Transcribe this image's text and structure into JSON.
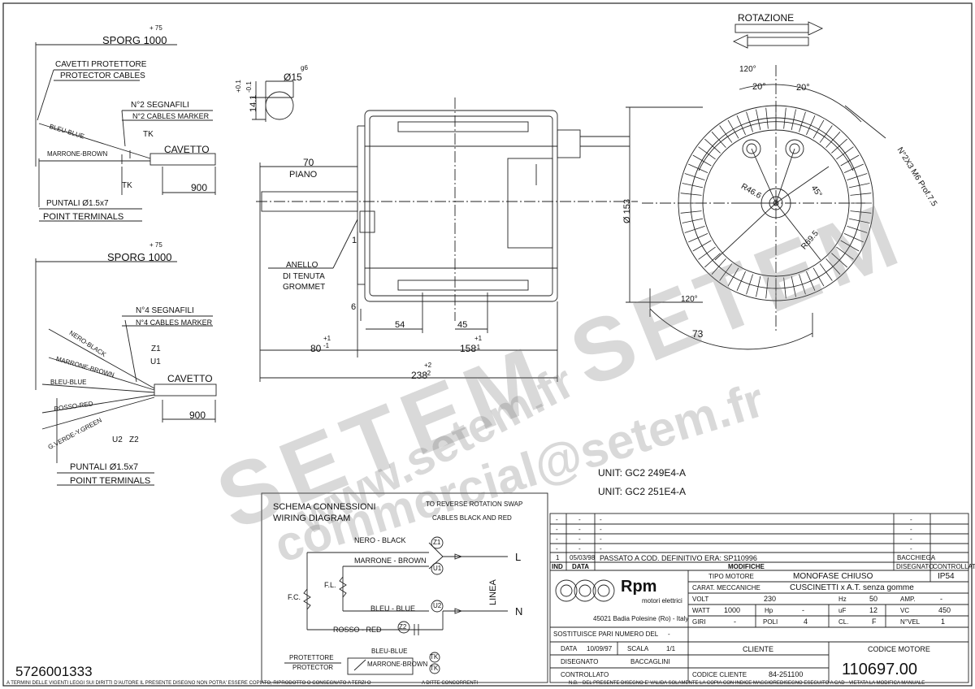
{
  "leads_2": {
    "sporg": "SPORG 1000",
    "sporg_tol": "+ 75",
    "protector_it": "CAVETTI PROTETTORE",
    "protector_en": "PROTECTOR CABLES",
    "marker_it": "N°2 SEGNAFILI",
    "marker_en": "N°2 CABLES MARKER",
    "wire_blue": "BLEU-BLUE",
    "wire_brown": "MARRONE-BROWN",
    "tk_top": "TK",
    "tk_bottom": "TK",
    "cable": "CAVETTO",
    "length": "900",
    "terminals_it": "PUNTALI Ø1.5x7",
    "terminals_en": "POINT TERMINALS"
  },
  "leads_4": {
    "sporg": "SPORG 1000",
    "sporg_tol": "+ 75",
    "marker_it": "N°4 SEGNAFILI",
    "marker_en": "N°4 CABLES MARKER",
    "wire_black": "NERO-BLACK",
    "wire_brown": "MARRONE-BROWN",
    "wire_blue": "BLEU-BLUE",
    "wire_red": "ROSSO-RED",
    "wire_green": "G.VERDE-Y.GREEN",
    "z1": "Z1",
    "u1": "U1",
    "u2": "U2",
    "z2": "Z2",
    "cable": "CAVETTO",
    "length": "900",
    "terminals_it": "PUNTALI Ø1.5x7",
    "terminals_en": "POINT TERMINALS"
  },
  "side_view": {
    "shaft_dia": "Ø15",
    "shaft_dia_tol": "g6",
    "flat": "14.1",
    "flat_tol_up": "+0.1",
    "flat_tol_low": "-0.1",
    "piano_dim": "70",
    "piano": "PIANO",
    "dim_1": "1",
    "grommet_it_1": "ANELLO",
    "grommet_it_2": "DI TENUTA",
    "grommet_en": "GROMMET",
    "dim_6": "6",
    "dim_54": "54",
    "dim_45": "45",
    "dim_80": "80",
    "dim_80_tol_up": "+1",
    "dim_80_tol_low": "-1",
    "dim_158": "158",
    "dim_158_tol_up": "+1",
    "dim_158_tol_low": "-1",
    "dim_238": "238",
    "dim_238_tol_up": "+2",
    "dim_238_tol_low": "-2",
    "dia_153": "Ø 153"
  },
  "front_view": {
    "rotation": "ROTAZIONE",
    "angle_120_top": "120°",
    "angle_20_left": "20°",
    "angle_20_right": "20°",
    "holes": "N°2X3 M6 Prof.7.5",
    "r46": "R46.6",
    "angle_45": "45°",
    "r69": "R69.5",
    "angle_120_bottom": "120°",
    "dim_73": "73"
  },
  "units": [
    "UNIT: GC2 249E4-A",
    "UNIT: GC2 251E4-A"
  ],
  "wiring": {
    "title_it": "SCHEMA CONNESSIONI",
    "title_en": "WIRING DIAGRAM",
    "note_1": "TO REVERSE ROTATION SWAP",
    "note_2": "CABLES BLACK AND RED",
    "black": "NERO - BLACK",
    "brown": "MARRONE - BROWN",
    "blue": "BLEU - BLUE",
    "red": "ROSSO - RED",
    "z1": "Z1",
    "u1": "U1",
    "u2": "U2",
    "z2": "Z2",
    "fc": "F.C.",
    "fl": "F.L.",
    "line": "LINEA",
    "l": "L",
    "n": "N",
    "protector_it": "PROTETTORE",
    "protector_en": "PROTECTOR",
    "p_blue": "BLEU-BLUE",
    "p_brown": "MARRONE-BROWN",
    "tk1": "TK",
    "tk2": "TK"
  },
  "revisions": {
    "rows": [
      {
        "ind": "-",
        "data": "-",
        "mod": "-",
        "dis": "-"
      },
      {
        "ind": "-",
        "data": "-",
        "mod": "-",
        "dis": "-"
      },
      {
        "ind": "-",
        "data": "-",
        "mod": "-",
        "dis": "-"
      },
      {
        "ind": "-",
        "data": "-",
        "mod": "-",
        "dis": "-"
      },
      {
        "ind": "1",
        "data": "05/03/98",
        "mod": "PASSATO A COD. DEFINITIVO ERA: SP110996",
        "dis": "BACCHIEGA"
      }
    ],
    "h_ind": "IND",
    "h_data": "DATA",
    "h_mod": "MODIFICHE",
    "h_dis": "DISEGNATO",
    "h_ctrl": "CONTROLLATO"
  },
  "title_block": {
    "logo": "Rpm",
    "logo_sub": "motori elettrici",
    "address": "45021 Badia Polesine (Ro) - Italy",
    "tipo_label": "TIPO MOTORE",
    "tipo": "MONOFASE CHIUSO",
    "ip": "IP54",
    "carat_label": "CARAT. MECCANICHE",
    "carat": "CUSCINETTI x A.T. senza gomme",
    "volt_label": "VOLT",
    "volt": "230",
    "hz_label": "Hz",
    "hz": "50",
    "amp_label": "AMP.",
    "amp": "-",
    "watt_label": "WATT",
    "watt": "1000",
    "hp_label": "Hp",
    "hp": "-",
    "uf_label": "uF",
    "uf": "12",
    "vc_label": "VC",
    "vc": "450",
    "giri_label": "GIRI",
    "giri": "-",
    "poli_label": "POLI",
    "poli": "4",
    "cl_label": "CL.",
    "cl": "F",
    "nvel_label": "N°VEL",
    "nvel": "1",
    "sost_label": "SOSTITUISCE PARI NUMERO DEL",
    "sost": "-",
    "data_label": "DATA",
    "data": "10/09/97",
    "scala_label": "SCALA",
    "scala": "1/1",
    "cliente_label": "CLIENTE",
    "codmot_label": "CODICE MOTORE",
    "disegnato_label": "DISEGNATO",
    "disegnato": "BACCAGLINI",
    "controllato_label": "CONTROLLATO",
    "codcli_label": "CODICE CLIENTE",
    "codcli": "84-251100",
    "code": "110697.00"
  },
  "part_number": "5726001333",
  "footer": {
    "f1": "A TERMINI DELLE VIGENTI LEGGI SUI DIRITTI D'AUTORE IL PRESENTE DISEGNO NON POTRA' ESSERE COPIATO, RIPRODOTTO O CONSEGNATO A TERZI O",
    "f2": "A DITTE CONCORRENTI",
    "f3": "N.B. - DEL PRESENTE DISEGNO E' VALIDA SOLAMENTE LA COPIA CON INDICE MAGGIORE.",
    "f4": "DISEGNO ESEGUITO A CAD - VIETATA LA MODIFICA MANUALE"
  },
  "watermark": {
    "url": "www.setem.fr",
    "brand": "SETEM SETEM",
    "mail": "commercial@setem.fr"
  }
}
